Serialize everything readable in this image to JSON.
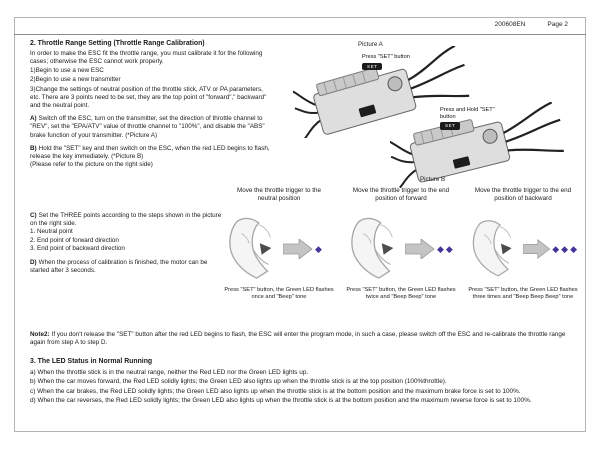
{
  "header": {
    "doc_code": "200608EN",
    "page_label": "Page 2"
  },
  "section2": {
    "title": "2. Throttle Range Setting (Throttle Range Calibration)",
    "intro": "In order to make the ESC fit the throttle range, you must calibrate it for the following cases; otherwise the ESC cannot work properly.",
    "cases": [
      "1)Begin to use a new ESC",
      "2)Begin to use a new transmitter",
      "3)Change the settings of neutral position of the throttle stick, ATV or PA parameters, etc. There are 3 points need to be set, they are the top point of \"forward\",\" backward\" and the neutral point."
    ],
    "step_a_label": "A)",
    "step_a": "Switch off the ESC, turn on the transmitter, set the direction of throttle channel to \"REV\", set the \"EPA/ATV\" value of throttle channel to \"100%\", and disable the \"ABS\" brake function of your transmitter. (*Picture A)",
    "step_b_label": "B)",
    "step_b": "Hold the \"SET\" key and then switch on the ESC, when the red LED begins to flash, release the key immediately. (*Picture B)",
    "step_b2": "(Please refer to the picture on the right side)",
    "step_c_label": "C)",
    "step_c": "Set the THREE points according to the steps shown in the picture on the right side.",
    "step_c_list": [
      "1. Neutral point",
      "2. End point of forward direction",
      "3. End point of backward direction"
    ],
    "step_d_label": "D)",
    "step_d": "When the process of calibration is finished, the motor can be started after 3 seconds."
  },
  "pictures": {
    "picture_a_label": "Picture A",
    "picture_a_callout": "Press \"SET\" button",
    "picture_b_label": "Picture B",
    "picture_b_callout": "Press and Hold \"SET\" button",
    "set_button_label": "SET"
  },
  "steps": [
    {
      "move": "Move the throttle trigger to the neutral position",
      "press": "Press \"SET\" button, the Green LED flashes once and \"Beep\" tone",
      "diamonds": "◆"
    },
    {
      "move": "Move the throttle trigger to the end position of forward",
      "press": "Press \"SET\" button, the Green LED flashes twice and \"Beep Beep\" tone",
      "diamonds": "◆◆"
    },
    {
      "move": "Move the throttle trigger to the end position of backward",
      "press": "Press \"SET\" button, the Green LED flashes three times and \"Beep Beep Beep\" tone",
      "diamonds": "◆◆◆"
    }
  ],
  "note2": {
    "label": "Note2:",
    "text": "If you don't release the \"SET\" button after the red LED begins to flash, the ESC will enter the program mode, in such a case, please switch off the ESC and re-calibrate the throttle range again from step A to step D."
  },
  "section3": {
    "title": "3. The LED Status in Normal Running",
    "items": [
      "a) When the throttle stick is in the neutral range, neither the Red LED nor the Green LED lights up.",
      "b) When the car moves forward, the Red LED solidly lights; the Green LED also lights up when the throttle stick is at the top position (100%throttle).",
      "c) When the car brakes, the Red LED solidly lights; the Green LED also lights up when the throttle stick is at the bottom position and the maximum brake force is set to 100%.",
      "d) When the car reverses, the Red LED solidly lights; the Green LED also lights up when the throttle stick is at the bottom position and the maximum reverse force is set to 100%."
    ]
  },
  "colors": {
    "diamond": "#45349a",
    "arrow": "#c4c4c4"
  }
}
